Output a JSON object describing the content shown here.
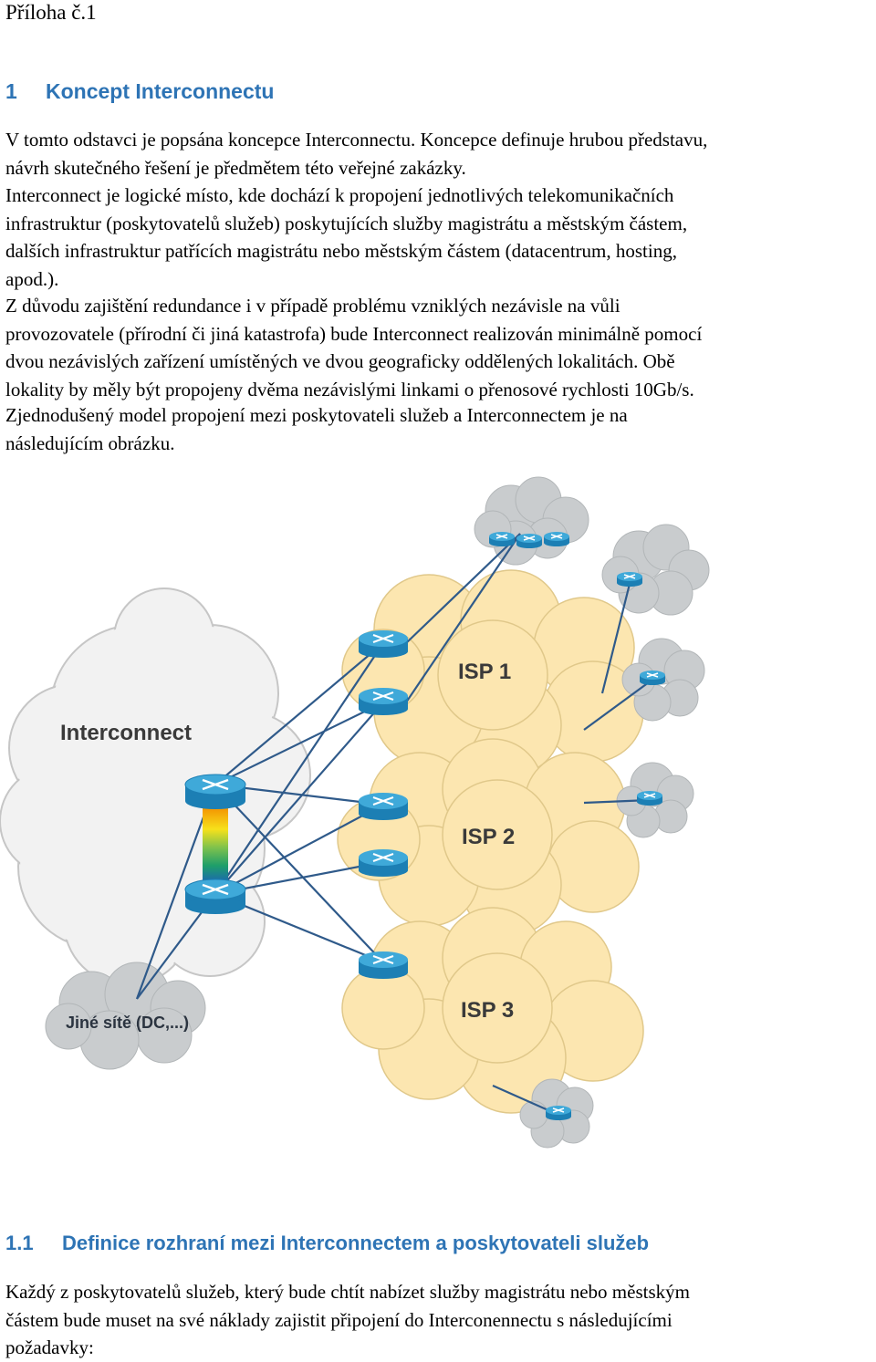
{
  "header": {
    "attachment_label": "Příloha č.1"
  },
  "section1": {
    "number": "1",
    "title": "Koncept Interconnectu",
    "paragraph1": [
      "V tomto odstavci je popsána koncepce Interconnectu. Koncepce definuje hrubou představu,",
      "návrh skutečného řešení je předmětem této veřejné zakázky."
    ],
    "paragraph2": [
      "Interconnect je logické místo, kde dochází k propojení jednotlivých telekomunikačních",
      "infrastruktur (poskytovatelů služeb) poskytujících služby magistrátu a městským částem,",
      "dalších infrastruktur patřících magistrátu nebo městským částem (datacentrum, hosting,",
      "apod.)."
    ],
    "paragraph3": [
      "Z důvodu zajištění redundance i v případě problému vzniklých nezávisle na vůli",
      "provozovatele (přírodní či jiná katastrofa) bude Interconnect realizován minimálně pomocí",
      "dvou nezávislých zařízení umístěných ve dvou geograficky oddělených lokalitách. Obě",
      "lokality by měly být propojeny dvěma nezávislými linkami o přenosové rychlosti 10Gb/s."
    ],
    "paragraph4": [
      " Zjednodušený model propojení mezi poskytovateli služeb a Interconnectem je na",
      "následujícím obrázku."
    ]
  },
  "diagram": {
    "interconnect_label": "Interconnect",
    "isp1_label": "ISP 1",
    "isp2_label": "ISP 2",
    "isp3_label": "ISP 3",
    "other_networks_label": "Jiné sítě (DC,...)",
    "colors": {
      "interconnect_cloud": "#F2F2F2",
      "isp_cloud": "#FCE6B0",
      "edge_cloud": "#C9CCCE",
      "router_top": "#3FA9D9",
      "router_side": "#1C7FB4",
      "link": "#2F5A8A",
      "heading": "#2E74B5"
    }
  },
  "section1_1": {
    "number": "1.1",
    "title": "Definice rozhraní mezi Interconnectem a poskytovateli služeb",
    "paragraph1": [
      "Každý z poskytovatelů služeb, který bude chtít nabízet služby magistrátu nebo městským",
      "částem bude muset na své náklady zajistit připojení do Interconennectu s následujícími",
      "požadavky:"
    ]
  }
}
